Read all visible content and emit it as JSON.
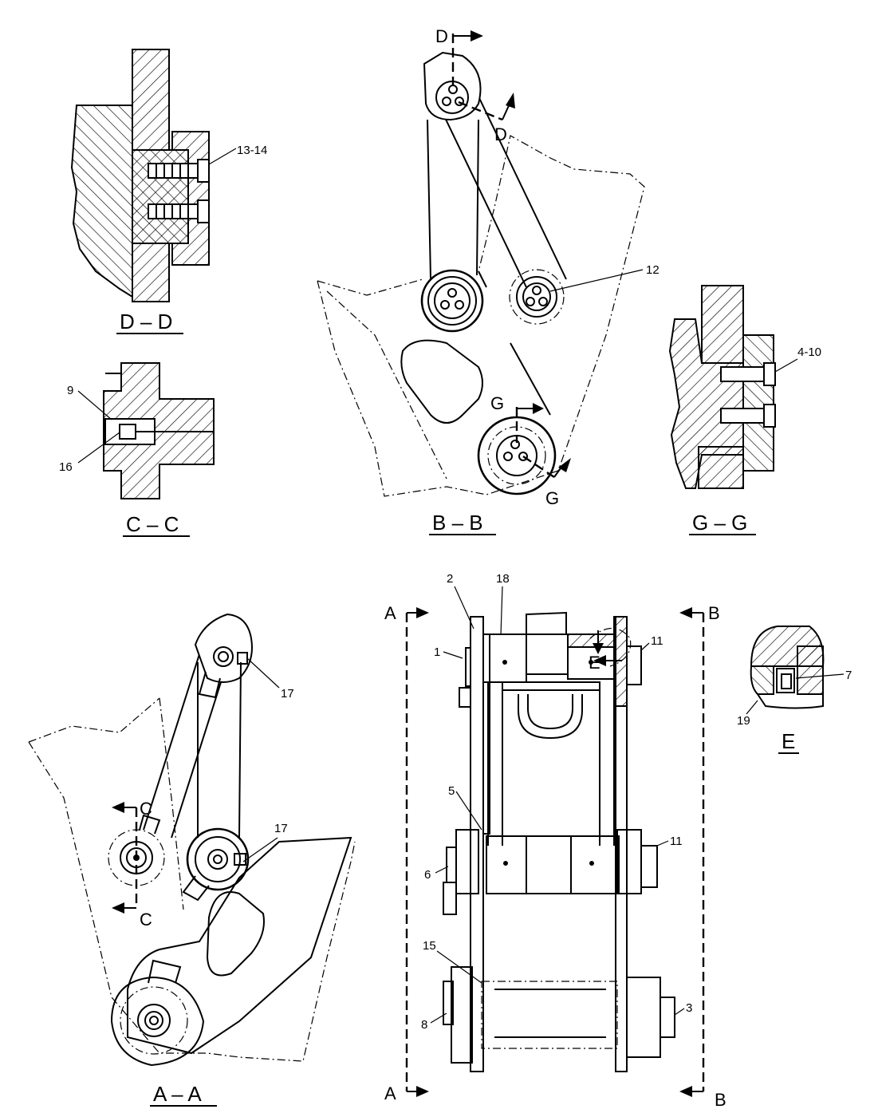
{
  "views": {
    "dd": {
      "title": "D – D"
    },
    "cc": {
      "title": "C – C"
    },
    "bb": {
      "title": "B – B"
    },
    "gg": {
      "title": "G – G"
    },
    "aa": {
      "title": "A – A"
    },
    "e": {
      "title": "E"
    }
  },
  "section_marks": {
    "d": "D",
    "g": "G",
    "c": "C",
    "a": "A",
    "b": "B",
    "e": "E"
  },
  "callouts": {
    "c13_14": "13-14",
    "c12": "12",
    "c4_10": "4-10",
    "c9": "9",
    "c16": "16",
    "c17": "17",
    "c2": "2",
    "c18": "18",
    "c1": "1",
    "c11": "11",
    "c7": "7",
    "c19": "19",
    "c5": "5",
    "c6": "6",
    "c15": "15",
    "c8": "8",
    "c3": "3"
  }
}
